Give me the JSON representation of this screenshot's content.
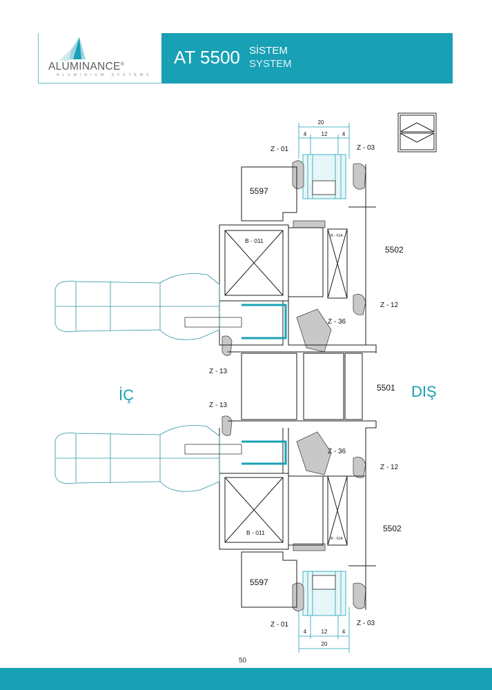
{
  "header": {
    "brand": "ALUMINANCE",
    "brand_mark": "®",
    "brand_sub": "ALUMINIUM SYSTEMS",
    "title": "AT 5500",
    "title_tr": "SİSTEM",
    "title_en": "SYSTEM"
  },
  "labels": {
    "z01": "Z - 01",
    "z03": "Z - 03",
    "z12": "Z - 12",
    "z13": "Z - 13",
    "z36": "Z - 36",
    "p5597": "5597",
    "p5502": "5502",
    "p5501": "5501",
    "b011": "B - 011",
    "b014": "B - 014",
    "inside": "İÇ",
    "outside": "DIŞ"
  },
  "dimensions": {
    "total": "20",
    "left": "4",
    "mid": "12",
    "right": "4"
  },
  "page_number": "50",
  "colors": {
    "brand": "#18a0b5",
    "line": "#1a1a1a",
    "gasket": "#c8c8c8",
    "handle": "#2a8fa3"
  }
}
